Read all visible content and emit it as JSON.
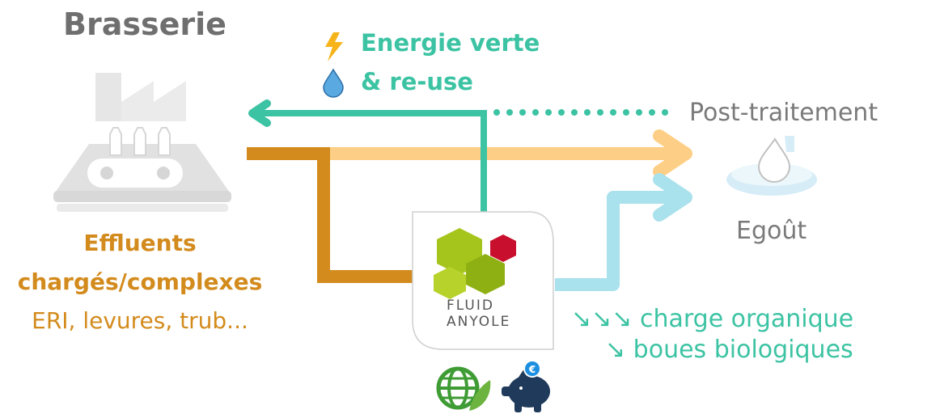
{
  "title": "Brasserie",
  "legend": {
    "energy": "Energie verte",
    "reuse": "& re-use"
  },
  "destinations": {
    "post_treatment": "Post-traitement",
    "sewer": "Egoût"
  },
  "effluents": {
    "line1": "Effluents",
    "line2": "chargés/complexes",
    "line3": "ERI, levures, trub..."
  },
  "logo": {
    "line1": "FLUID",
    "line2": "ANYOLE"
  },
  "results": {
    "line1": "↘↘↘ charge organique",
    "line2": "↘ boues biologiques"
  },
  "colors": {
    "teal": "#3cc3a3",
    "orange": "#d38b1d",
    "light_orange": "#fdcf86",
    "light_blue": "#a9e1ec",
    "gray_text": "#6f6f6f",
    "logo_green": "#a6c51c",
    "logo_red": "#c8102e",
    "piggy_navy": "#1f3a5a"
  },
  "icons": [
    "factory-icon",
    "lightning-icon",
    "water-drop-icon",
    "recycle-water-icon",
    "globe-leaf-icon",
    "piggy-bank-euro-icon"
  ]
}
